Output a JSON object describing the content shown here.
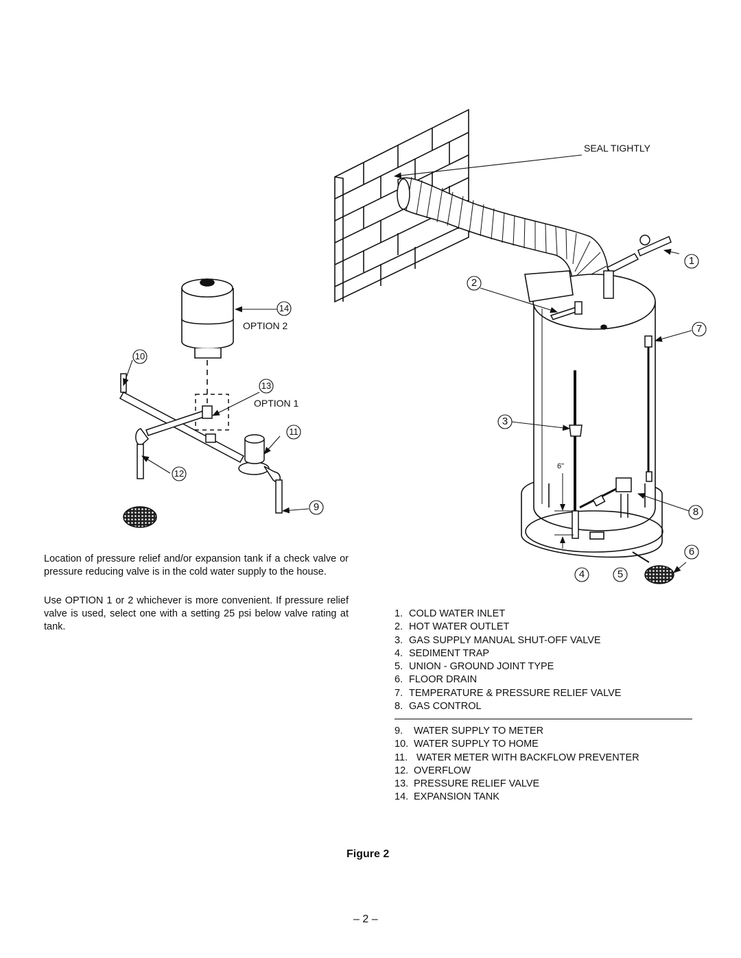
{
  "diagram": {
    "seal_label": "SEAL TIGHTLY",
    "option2_label": "OPTION 2",
    "option1_label": "OPTION 1",
    "dimension_label": "6\"",
    "callouts": [
      "1",
      "2",
      "3",
      "4",
      "5",
      "6",
      "7",
      "8",
      "9",
      "10",
      "11",
      "12",
      "13",
      "14"
    ]
  },
  "text": {
    "para1": "Location of pressure relief and/or expansion tank if a check valve or pressure reducing valve is in the cold water supply to the house.",
    "para2": "Use OPTION 1 or 2 whichever is more convenient. If pressure relief valve is used, select one with a setting 25 psi below valve rating at tank."
  },
  "legend": {
    "group1": [
      {
        "num": "1.",
        "label": "COLD WATER INLET"
      },
      {
        "num": "2.",
        "label": "HOT WATER OUTLET"
      },
      {
        "num": "3.",
        "label": "GAS SUPPLY MANUAL SHUT-OFF VALVE"
      },
      {
        "num": "4.",
        "label": "SEDIMENT TRAP"
      },
      {
        "num": "5.",
        "label": "UNION - GROUND JOINT TYPE"
      },
      {
        "num": "6.",
        "label": "FLOOR DRAIN"
      },
      {
        "num": "7.",
        "label": "TEMPERATURE & PRESSURE RELIEF VALVE"
      },
      {
        "num": "8.",
        "label": "GAS CONTROL"
      }
    ],
    "group2": [
      {
        "num": "9.",
        "label": "WATER SUPPLY TO METER"
      },
      {
        "num": "10.",
        "label": "WATER SUPPLY TO HOME"
      },
      {
        "num": "11.",
        "label": " WATER METER WITH BACKFLOW PREVENTER"
      },
      {
        "num": "12.",
        "label": "OVERFLOW"
      },
      {
        "num": "13.",
        "label": "PRESSURE RELIEF VALVE"
      },
      {
        "num": "14.",
        "label": "EXPANSION TANK"
      }
    ]
  },
  "figure_caption": "Figure 2",
  "page_number": "– 2 –"
}
